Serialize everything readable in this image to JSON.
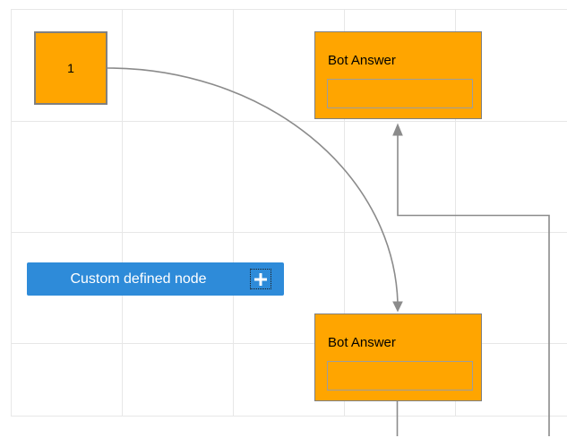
{
  "diagram": {
    "canvas": {
      "background": "#ffffff",
      "grid_color": "#e7e7e7",
      "connector_color": "#8b8b8b"
    },
    "nodes": {
      "start": {
        "label": "1",
        "fill": "#FFA500",
        "stroke": "#808080"
      },
      "bot_answer_top": {
        "title": "Bot Answer",
        "field_value": "",
        "fill": "#FFA500",
        "stroke": "#808080",
        "field_stroke": "#9d9d9d"
      },
      "bot_answer_bottom": {
        "title": "Bot Answer",
        "field_value": "",
        "fill": "#FFA500",
        "stroke": "#808080",
        "field_stroke": "#9d9d9d"
      },
      "custom": {
        "label": "Custom defined node",
        "fill": "#2E8BD9",
        "text_color": "#ffffff",
        "icon": "plus-icon"
      }
    }
  }
}
